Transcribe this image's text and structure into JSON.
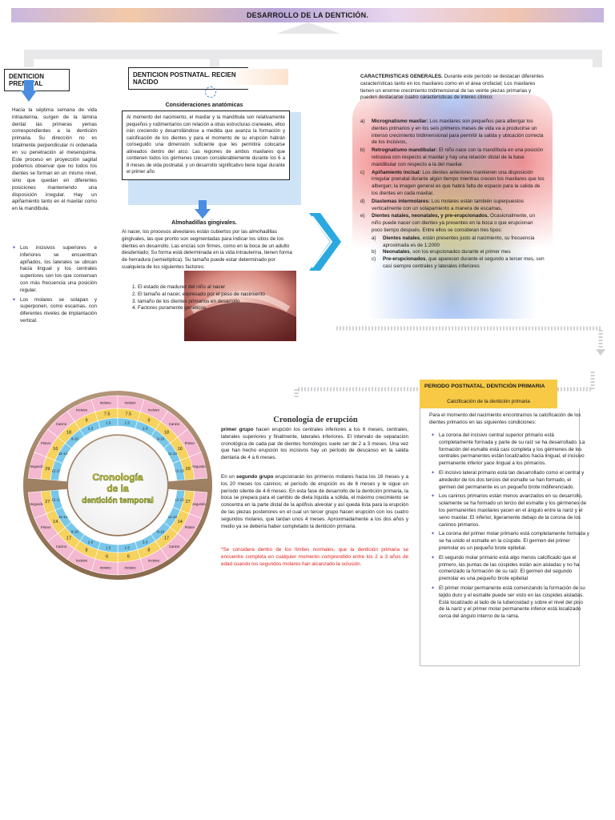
{
  "title": "DESARROLLO DE LA DENTICIÓN.",
  "prenatal": {
    "heading": "DENTICION PRENATAL",
    "body": "Hacia la séptima semana de vida intrauterina, surgen de la lámina dental las primeras yemas correspondientes a la dentición primaria. Su dirección no es totalmente perpendicular ni ordenada en su penetración al mesenquima. Este proceso en proyección sagital podemos observar que no todos los dientes se forman en un mismo nivel, sino que quedan en diferentes posiciones manteniendo una disposición irregular. Hay un apiñamiento tanto en el maxilar como en la mandíbula.",
    "bullets": [
      "Los incisivos superiores e inferiores se encuentran apiñados, los laterales se ubican hacia lingual y los centrales superiores son los que conservan con más frecuencia una posición regular.",
      "Los molares se solapan y superponen, como escamas, con diferentes niveles de implantación vertical."
    ]
  },
  "postnatal": {
    "heading": "DENTICION POSTNATAL. RECIEN NACIDO",
    "anat_title": "Consideraciones anatómicas",
    "anat_body": "Al momento del nacimiento, el maxilar y la mandíbula son relativamente pequeños y rudimentarios con relación a otras estructuras craneales, ellos irán creciendo y desarrollándose a medida que avanza la formación y calcificación de los dientes y para el momento de su erupción habrán conseguido una dimensión suficiente que les permitirá colocarse alineados dentro del arco. Las regiones de ambos maxilares que contienen todos los gérmenes crecen considerablemente durante los 6 a 8 meses de vida postnatal, y un desarrollo significativo tiene lugar durante el primer año",
    "ging_title": "Almohadillas gingivales.",
    "ging_body": "Al nacer, los procesos alveolares están cubiertos por las almohadillas gingivales, las que pronto son segmentadas para indicar los sitios de los dientes en desarrollo. Las encías son firmes, como en la boca de un adulto desdentado; Su forma está determinada en la vida intrauterina, tienen forma de herradura (semielíptica). Su tamaño puede estar determinado por cualquiera de los siguientes factores:",
    "factors": [
      "El estado de madurez del niño al nacer",
      "El tamaño al nacer, expresado por el peso de nacimiento",
      "tamaño de los dientes primarios en desarrollo",
      "Factores puramente genéticos."
    ]
  },
  "general": {
    "lead": "CARACTERISTICAS GENERALES.",
    "intro": " Durante este período se destacan diferentes características tanto en los maxilares como en el área orofacial; Los maxilares tienen un enorme crecimiento tridimensional de las veinte piezas primarias y pueden destacarse cuatro características de interes clínico:",
    "items": [
      {
        "mark": "a)",
        "term": "Micrognatismo maxilar:",
        "text": " Los maxilares son pequeños para albergar los dientes primarios y en los seis primeros meses de vida va a producirse un intenso crecimiento tridimensional para permitir la salida y ubicación correcta de los incisivos,"
      },
      {
        "mark": "b)",
        "term": "Retrognatismo mandibular:",
        "text": " El niño nace con la mandíbula en una posición retrusiva con respecto al maxilar y hay una relación distal de la base mandibular con respecto a la del maxilar."
      },
      {
        "mark": "c)",
        "term": "Apiñamiento incisal:",
        "text": " Los dientes anteriores mantienen una disposición irregular prenatal durante algún tiempo mientras crecen los maxilares que los albergan; la imagen general es que habrá falta de espacio para la salida de los dientes en cada maxilar."
      },
      {
        "mark": "d)",
        "term": "Diastemas intermolares:",
        "text": " Los molares están también superpuestos verticalmente con un solapamiento a manera de escamas,"
      },
      {
        "mark": "e)",
        "term": "Dientes natales, neonatales, y pre-erupcionados.",
        "text": " Ocasionalmente, un niño puede nacer con dientes ya presentes en la boca o que erupcionan poco tiempo después. Entre ellos se consideran tres tipos:"
      }
    ],
    "subitems": [
      {
        "mark": "a)",
        "term": "Dientes natales",
        "text": ", están presentes justo al nacimiento, su frecuencia aproximada es de 1:2000"
      },
      {
        "mark": "b)",
        "term": "Neonatales",
        "text": ", son los erupcionados durante el primer mes"
      },
      {
        "mark": "c)",
        "term": "Pre-erupcionados",
        "text": ", que aparecen durante el segundo a tercer mes, son casi siempre centrales y laterales inferiores"
      }
    ]
  },
  "primary": {
    "heading": "PERIODO POSTNATAL. DENTICIÓN PRIMARIA",
    "subheading": "Calcificación de la dentición primaria",
    "intro": "Para el momento del nacimiento encontramos la calcificación de los dientes primarios en las siguientes condiciones:",
    "bullets": [
      "La corona del incisivo central superior primario está completamente formada y parte de su raíz se ha desarrollado. La formación del esmalte está casi completa y los gérmenes de los centrales permanentes están localizados hacia lingual, el incisivo permanente inferior yace lingual a los primarios.",
      "El incisivo lateral primario está tan desarrollado como el central y alrededor de los dos tercios del esmalte se han formado, el germen del permanente es un pequeño brote indiferenciado.",
      "Los caninos primarios están menos avanzados en su desarrollo, solamente se ha formado un tercio del esmalte y los gérmenes de los permanentes maxilares yacen en el ángulo entre la nariz y el seno maxilar. El inferior, ligeramente debajo de la corona de los caninos primarios.",
      "La corona del primer molar primario está completamente formada y se ha unido el esmalte en la cúspide. El germen del primer premolar es un pequeño brote epitelial.",
      "El segundo molar primario está algo menos calcificado que el primero, las puntas de las cúspides están aún aisladas y no ha comenzado la formación de su raíz. El germen del segundo premolar es una pequeño brote epitelial",
      "El primer molar permanente está comenzando la formación de su tejido duro y el esmalte puede ser visto en las cúspides aisladas. Está localizado al lado de la tuberosidad y sobre el nivel del piso de la nariz y el primer molar permanente inferior está localizado cerca del ángulo interno de la rama."
    ]
  },
  "chrono": {
    "title": "Cronología de erupción",
    "p1_lead": "primer grupo",
    "p1": " hacen erupción los centrales inferiores a los 6 meses, centrales, laterales superiores y finalmente, laterales inferiores. El intervalo de separación cronológica de cada par de dientes homólogos suele ser de 2 a 3 meses. Una vez que han hecho erupción los incisivos hay un período de descanso en la salida dentaria de 4 a 6 meses.",
    "p2_pre": "En un ",
    "p2_lead": "segundo grupo",
    "p2": " erupcionarán los primeros molares hacia los 16 meses y a los 20 meses los caninos; el período de erupción es de 6 meses y le sigue un período silente de 4-6 meses. En esta fase de desarrollo de la dentición primaria, la boca se prepara para el cambio de dieta líquida a sólida, el máximo crecimiento se concentra en la parte distal de la apófisis alveolar y así queda lista para la erupción de las piezas posteriores en el cual un tercer grupo hacen erupción con los cuatro segundos molares, que tardan unos 4 meses. Aproximadamente a los dos años y medio ya se debería haber completado la dentición primaria.",
    "note": "*Se considera dentro de los límites normales, que la dentición primaria se encuentre completa en cualquier momento comprendido entre los 2 a 3 años de edad cuando los segundos molares han alcanzado la oclusión."
  },
  "wheel": {
    "center": [
      "Cronología",
      "de la",
      "dentición temporal"
    ],
    "upper_teeth": [
      "Segundo molar",
      "Primer molar",
      "Canino",
      "Incisivo lateral",
      "Incisivo central",
      "Incisivo central",
      "Incisivo lateral",
      "Canino",
      "Primer molar",
      "Segundo molar"
    ],
    "lower_teeth": [
      "Segundo molar",
      "Primer molar",
      "Canino",
      "Incisivo lateral",
      "Incisivo central",
      "Incisivo central",
      "Incisivo lateral",
      "Canino",
      "Primer molar",
      "Segundo molar"
    ],
    "upper_months": [
      "29",
      "16",
      "18",
      "9",
      "7.5",
      "7.5",
      "9",
      "18",
      "16",
      "29"
    ],
    "lower_months": [
      "27",
      "14",
      "17",
      "8",
      "6",
      "6",
      "8",
      "17",
      "14",
      "27"
    ],
    "upper_calc": [
      "12-13",
      "11-13",
      "9-10",
      "2-3",
      "1.5",
      "1.5",
      "2-3",
      "9-10",
      "11-13",
      "12-13"
    ],
    "colors": [
      "#f4b8d0",
      "#f6d25e",
      "#78c7ea",
      "#ffffff"
    ]
  }
}
